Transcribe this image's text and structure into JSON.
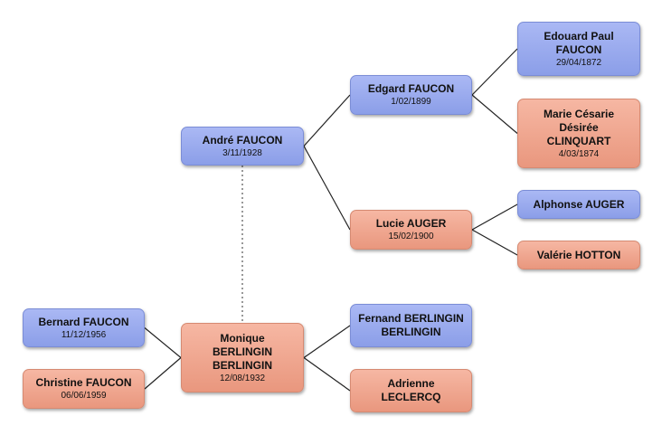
{
  "people": [
    {
      "id": "andre",
      "name_lines": [
        "André FAUCON"
      ],
      "date": "3/11/1928",
      "gender": "male"
    },
    {
      "id": "edgard",
      "name_lines": [
        "Edgard FAUCON"
      ],
      "date": "1/02/1899",
      "gender": "male"
    },
    {
      "id": "edouard",
      "name_lines": [
        "Edouard Paul",
        "FAUCON"
      ],
      "date": "29/04/1872",
      "gender": "male"
    },
    {
      "id": "marie",
      "name_lines": [
        "Marie Césarie",
        "Désirée",
        "CLINQUART"
      ],
      "date": "4/03/1874",
      "gender": "female"
    },
    {
      "id": "lucie",
      "name_lines": [
        "Lucie AUGER"
      ],
      "date": "15/02/1900",
      "gender": "female"
    },
    {
      "id": "alphonse",
      "name_lines": [
        "Alphonse AUGER"
      ],
      "date": "",
      "gender": "male"
    },
    {
      "id": "valerie",
      "name_lines": [
        "Valérie HOTTON"
      ],
      "date": "",
      "gender": "female"
    },
    {
      "id": "monique",
      "name_lines": [
        "Monique",
        "BERLINGIN",
        "BERLINGIN"
      ],
      "date": "12/08/1932",
      "gender": "female"
    },
    {
      "id": "bernard",
      "name_lines": [
        "Bernard FAUCON"
      ],
      "date": "11/12/1956",
      "gender": "male"
    },
    {
      "id": "christine",
      "name_lines": [
        "Christine FAUCON"
      ],
      "date": "06/06/1959",
      "gender": "female"
    },
    {
      "id": "fernand",
      "name_lines": [
        "Fernand BERLINGIN",
        "BERLINGIN"
      ],
      "date": "",
      "gender": "male"
    },
    {
      "id": "adrienne",
      "name_lines": [
        "Adrienne",
        "LECLERCQ"
      ],
      "date": "",
      "gender": "female"
    }
  ],
  "links": [
    {
      "from": "andre",
      "to": "edgard",
      "style": "solid"
    },
    {
      "from": "andre",
      "to": "lucie",
      "style": "solid"
    },
    {
      "from": "edgard",
      "to": "edouard",
      "style": "solid"
    },
    {
      "from": "edgard",
      "to": "marie",
      "style": "solid"
    },
    {
      "from": "lucie",
      "to": "alphonse",
      "style": "solid"
    },
    {
      "from": "lucie",
      "to": "valerie",
      "style": "solid"
    },
    {
      "from": "monique",
      "to": "fernand",
      "style": "solid"
    },
    {
      "from": "monique",
      "to": "adrienne",
      "style": "solid"
    },
    {
      "from": "bernard",
      "to": "monique",
      "style": "solid"
    },
    {
      "from": "christine",
      "to": "monique",
      "style": "solid"
    },
    {
      "from": "andre",
      "to": "monique",
      "style": "dashed"
    }
  ],
  "colors": {
    "male": "#9aabef",
    "female": "#f0a68f",
    "line": "#222222"
  }
}
